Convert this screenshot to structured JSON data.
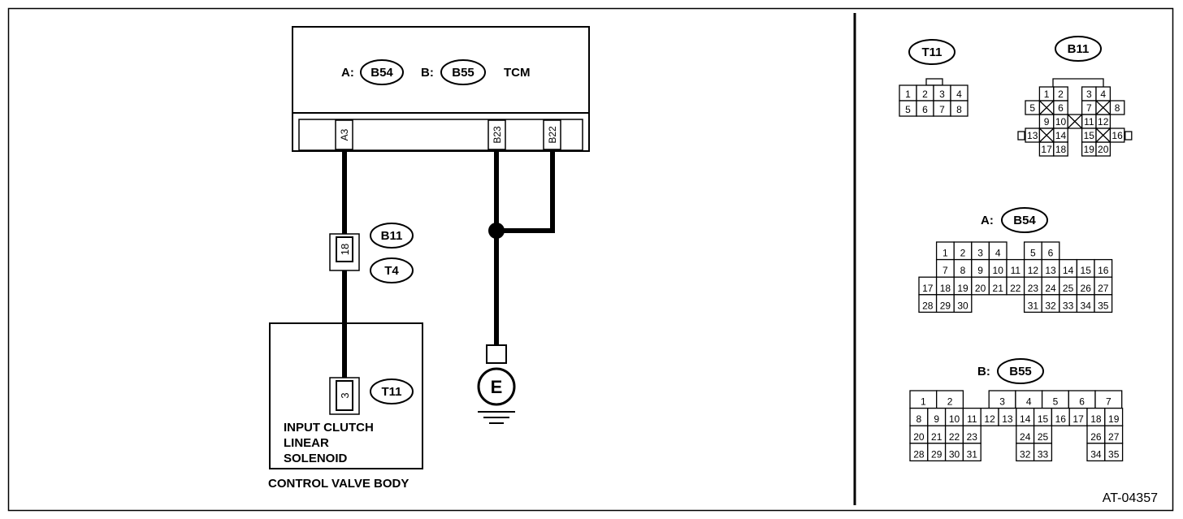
{
  "figure_id": "AT-04357",
  "tcm": {
    "connector_a_prefix": "A:",
    "connector_a": "B54",
    "connector_b_prefix": "B:",
    "connector_b": "B55",
    "name": "TCM",
    "pins": [
      "A3",
      "B23",
      "B22"
    ]
  },
  "intermediate_connector": {
    "pin": "18",
    "tags": [
      "B11",
      "T4"
    ]
  },
  "solenoid_connector": {
    "pin": "3",
    "tag": "T11"
  },
  "solenoid_label_lines": [
    "INPUT CLUTCH",
    "LINEAR",
    "SOLENOID"
  ],
  "control_valve_body_label": "CONTROL VALVE BODY",
  "ground_label": "E",
  "connector_views": {
    "t11": {
      "tag": "T11",
      "rows": [
        [
          "1",
          "2",
          "3",
          "4"
        ],
        [
          "5",
          "6",
          "7",
          "8"
        ]
      ]
    },
    "b11": {
      "tag": "B11",
      "rows": [
        [
          "1",
          "2",
          "3",
          "4"
        ],
        [
          "5",
          "6",
          "7",
          "8"
        ],
        [
          "9",
          "10",
          "11",
          "12"
        ],
        [
          "13",
          "14",
          "15",
          "16"
        ],
        [
          "17",
          "18",
          "19",
          "20"
        ]
      ]
    },
    "b54": {
      "prefix": "A:",
      "tag": "B54",
      "rows": [
        [
          "1",
          "2",
          "3",
          "4",
          "5",
          "6"
        ],
        [
          "7",
          "8",
          "9",
          "10",
          "11",
          "12",
          "13",
          "14",
          "15",
          "16"
        ],
        [
          "17",
          "18",
          "19",
          "20",
          "21",
          "22",
          "23",
          "24",
          "25",
          "26",
          "27"
        ],
        [
          "28",
          "29",
          "30",
          "31",
          "32",
          "33",
          "34",
          "35"
        ]
      ]
    },
    "b55": {
      "prefix": "B:",
      "tag": "B55",
      "rows": [
        [
          "1",
          "2",
          "3",
          "4",
          "5",
          "6",
          "7"
        ],
        [
          "8",
          "9",
          "10",
          "11",
          "12",
          "13",
          "14",
          "15",
          "16",
          "17",
          "18",
          "19"
        ],
        [
          "20",
          "21",
          "22",
          "23",
          "24",
          "25",
          "26",
          "27"
        ],
        [
          "28",
          "29",
          "30",
          "31",
          "32",
          "33",
          "34",
          "35"
        ]
      ]
    }
  }
}
